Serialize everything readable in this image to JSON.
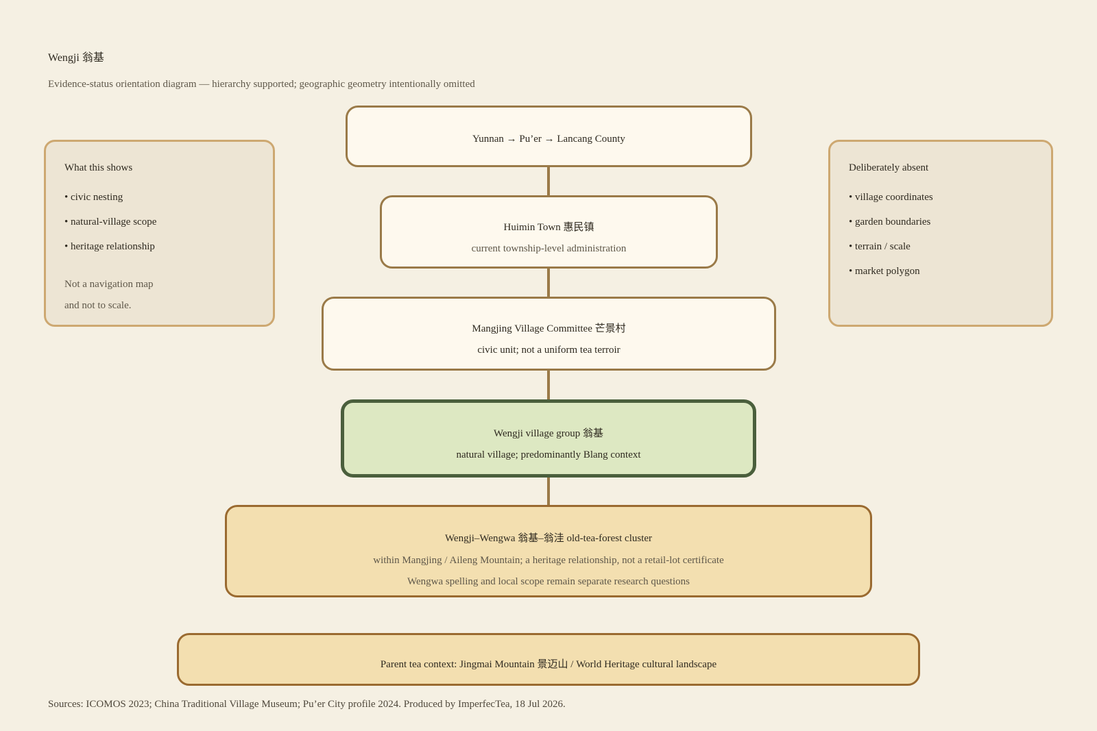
{
  "title": "Wengji 翁基",
  "subtitle": "Evidence-status orientation diagram — hierarchy supported; geographic geometry intentionally omitted",
  "hierarchy": {
    "province": {
      "label": "Yunnan → Pu’er → Lancang County"
    },
    "town": {
      "label": "Huimin Town 惠民镇",
      "note": "current township-level administration"
    },
    "committee": {
      "label": "Mangjing Village Committee 芒景村",
      "note": "civic unit; not a uniform tea terroir"
    },
    "village": {
      "label": "Wengji village group 翁基",
      "note": "natural village; predominantly Blang context"
    },
    "cluster": {
      "label": "Wengji–Wengwa 翁基–翁洼 old-tea-forest cluster",
      "note1": "within Mangjing / Aileng Mountain; a heritage relationship, not a retail-lot certificate",
      "note2": "Wengwa spelling and local scope remain separate research questions"
    },
    "parent": {
      "label": "Parent tea context: Jingmai Mountain 景迈山 / World Heritage cultural landscape"
    }
  },
  "shows_panel": {
    "heading": "What this shows",
    "items": [
      "• civic nesting",
      "• natural-village scope",
      "• heritage relationship"
    ],
    "note1": "Not a navigation map",
    "note2": "and not to scale."
  },
  "absent_panel": {
    "heading": "Deliberately absent",
    "items": [
      "• village coordinates",
      "• garden boundaries",
      "• terrain / scale",
      "• market polygon"
    ]
  },
  "footer": "Sources: ICOMOS 2023; China Traditional Village Museum; Pu’er City profile 2024. Produced by ImperfecTea, 18 Jul 2026.",
  "colors": {
    "background": "#f5f0e3",
    "box_border": "#9a7a48",
    "box_fill": "#fef9ee",
    "highlight_fill": "#dde8c2",
    "highlight_border": "#4a5f3c",
    "heritage_fill": "#f3dfb0",
    "side_panel_fill": "#ede5d4",
    "side_panel_border": "#cda871"
  }
}
